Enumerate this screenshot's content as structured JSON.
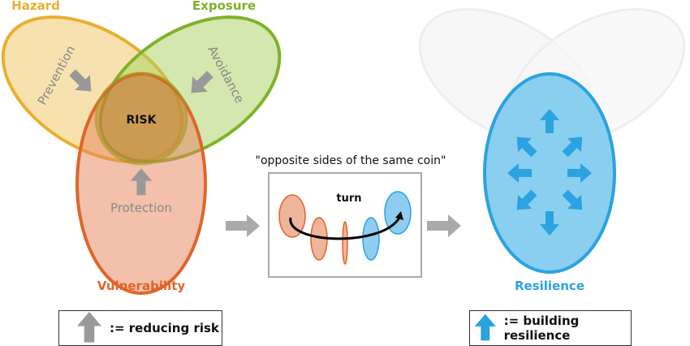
{
  "left_diagram": {
    "hazard_label": "Hazard",
    "exposure_label": "Exposure",
    "vulnerability_label": "Vulnerability",
    "risk_label": "RISK",
    "prevention_label": "Prevention",
    "avoidance_label": "Avoidance",
    "protection_label": "Protection"
  },
  "middle": {
    "caption": "\"opposite sides of the same coin\"",
    "turn_label": "turn"
  },
  "right_diagram": {
    "resilience_label": "Resilience"
  },
  "legend": {
    "reducing": ":=  reducing risk",
    "building": ":=  building resilience"
  },
  "colors": {
    "hazard": "#E8B030",
    "exposure": "#7FB22A",
    "vulnerability": "#E0652A",
    "resilience": "#2AA3E0",
    "arrow_gray": "#999999"
  }
}
